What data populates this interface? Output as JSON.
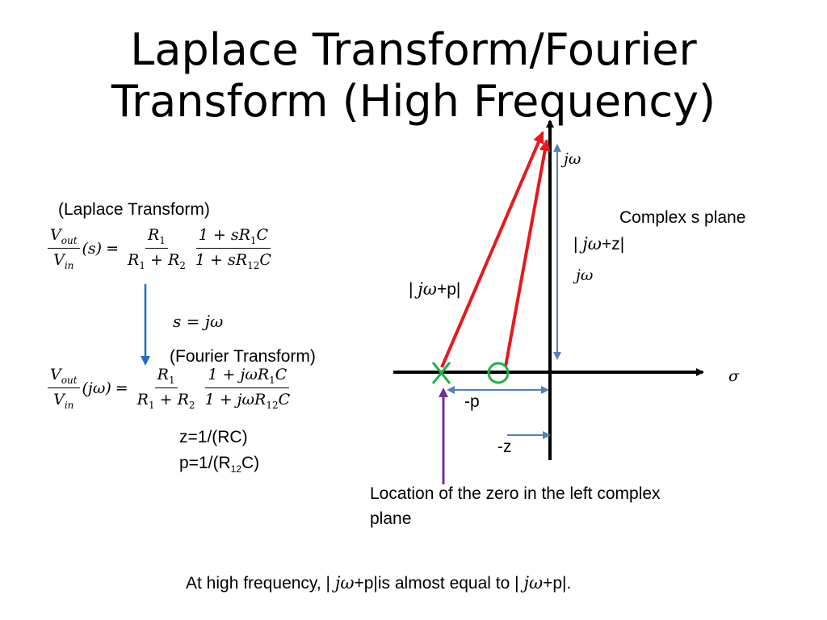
{
  "title_line1": "Laplace Transform/Fourier",
  "title_line2": "Transform (High Frequency)",
  "laplace_label": "(Laplace Transform)",
  "fourier_label": "(Fourier Transform)",
  "substitution": "s = jω",
  "eq1": {
    "lhs_num": "V",
    "lhs_num_sub": "out",
    "lhs_den": "V",
    "lhs_den_sub": "in",
    "arg": "(s)",
    "r_num": "R",
    "r_num_sub": "1",
    "r_den_a": "R",
    "r_den_a_sub": "1",
    "r_den_plus": " + ",
    "r_den_b": "R",
    "r_den_b_sub": "2",
    "t_num_pre": "1 + sR",
    "t_num_sub": "1",
    "t_num_post": "C",
    "t_den_pre": "1 + sR",
    "t_den_sub": "12",
    "t_den_post": "C"
  },
  "eq2": {
    "lhs_num": "V",
    "lhs_num_sub": "out",
    "lhs_den": "V",
    "lhs_den_sub": "in",
    "arg": "(jω)",
    "r_num": "R",
    "r_num_sub": "1",
    "r_den_a": "R",
    "r_den_a_sub": "1",
    "r_den_plus": " + ",
    "r_den_b": "R",
    "r_den_b_sub": "2",
    "t_num_pre": "1 + jωR",
    "t_num_sub": "1",
    "t_num_post": "C",
    "t_den_pre": "1 + jωR",
    "t_den_sub": "12",
    "t_den_post": "C"
  },
  "z_def": "z=1/(RC)",
  "p_def_pre": "p=1/(R",
  "p_def_sub": "12",
  "p_def_post": "C)",
  "axis_jw": "jω",
  "axis_sigma": "σ",
  "complex_plane_label": "Complex s plane",
  "jw_plus_z_pre": "| ",
  "jw_plus_z_jw": "jω",
  "jw_plus_z_post": "+z|",
  "jw_label": "jω",
  "jw_plus_p_pre": "| ",
  "jw_plus_p_jw": "jω",
  "jw_plus_p_post": "+p|",
  "minus_p": "-p",
  "minus_z": "-z",
  "zero_location_line1": "Location of the zero in the left complex",
  "zero_location_line2": "plane",
  "footer_pre": "At high frequency, | ",
  "footer_jw1": "jω",
  "footer_mid": "+p|is almost equal to | ",
  "footer_jw2": "jω",
  "footer_post": "+p|.",
  "colors": {
    "red_vector": "#e8181c",
    "blue_arrow": "#4f81bd",
    "down_arrow": "#1f6fbf",
    "zero_circle": "#22b04b",
    "pole_x": "#22b04b",
    "purple_arrow": "#7030a0",
    "axis": "#000000"
  }
}
